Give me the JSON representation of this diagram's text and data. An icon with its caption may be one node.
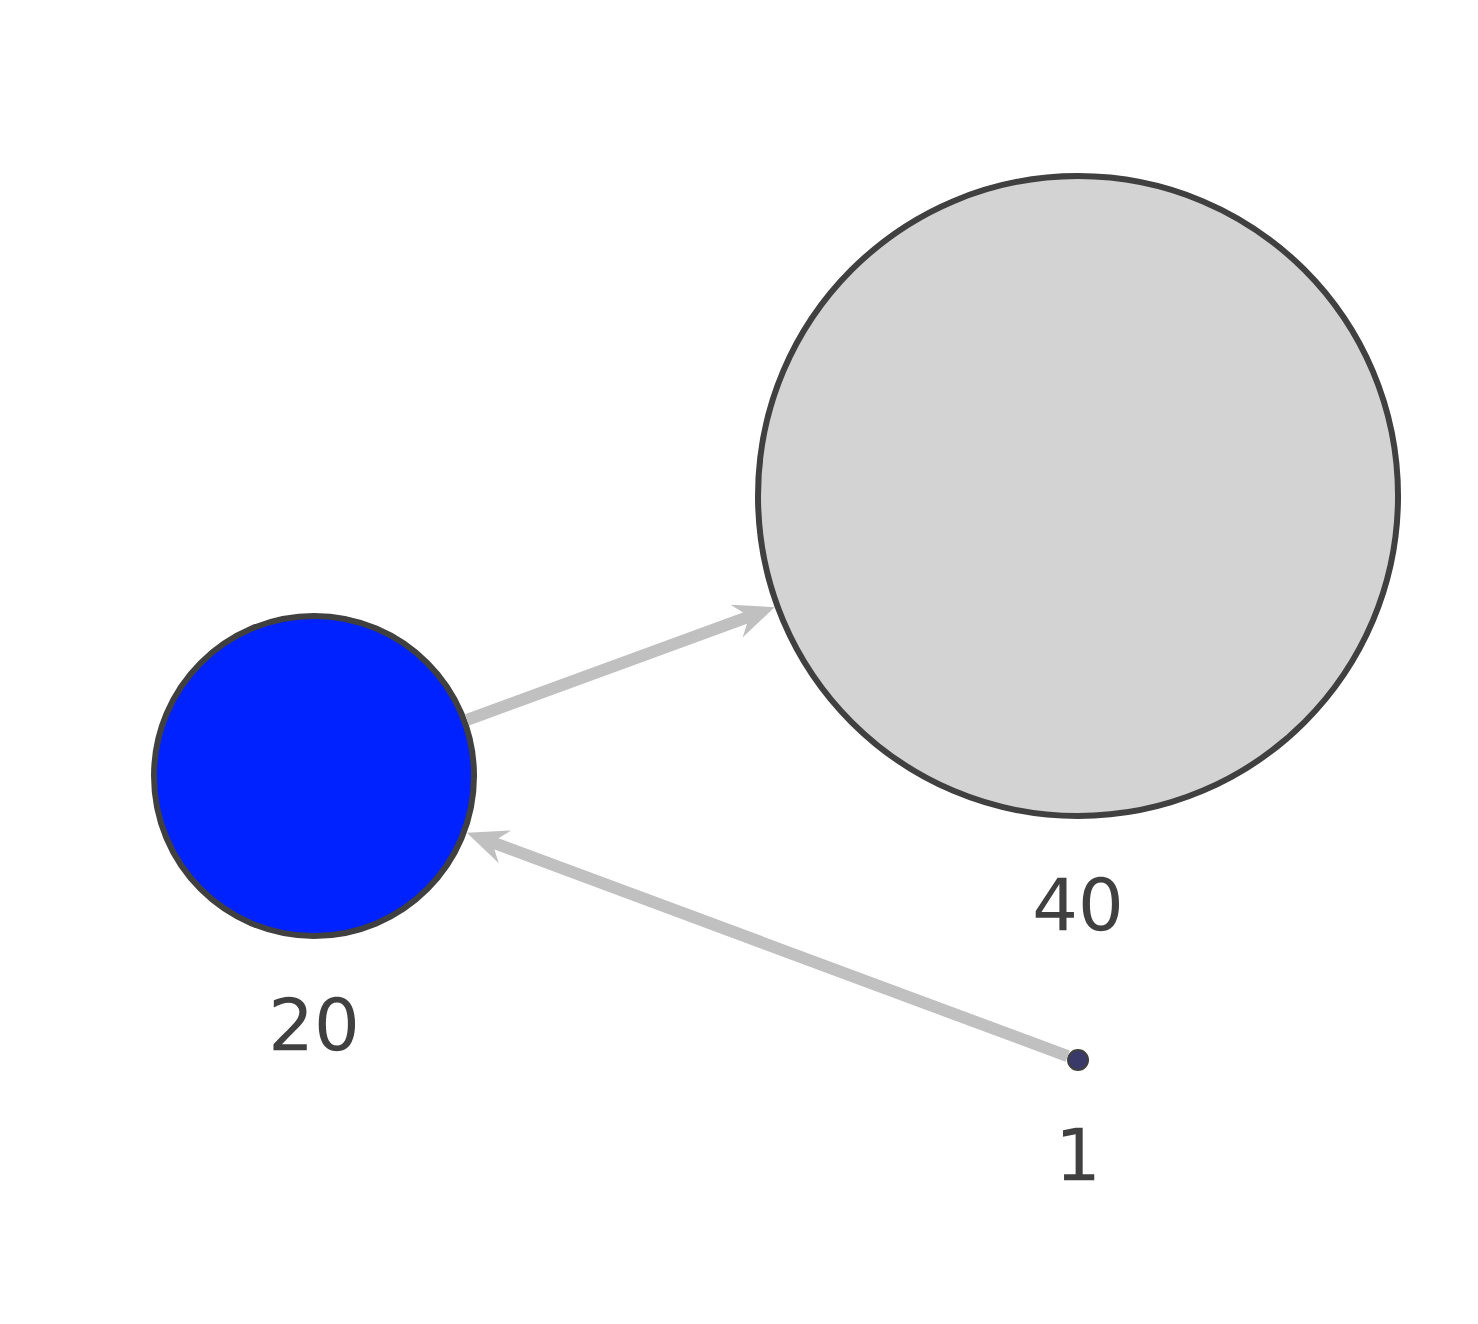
{
  "diagram": {
    "nodes": [
      {
        "text": [],
        "shape": "circle",
        "beside": [
          "20"
        ]
      },
      {
        "text": [],
        "shape": "circle",
        "beside": [
          "40"
        ]
      },
      {
        "text": [],
        "shape": "circle",
        "beside": [
          "1"
        ]
      }
    ],
    "edges": [
      {
        "from": 0,
        "to": 1,
        "arrow": "to"
      },
      {
        "from": 2,
        "to": 0,
        "arrow": "to"
      }
    ]
  }
}
